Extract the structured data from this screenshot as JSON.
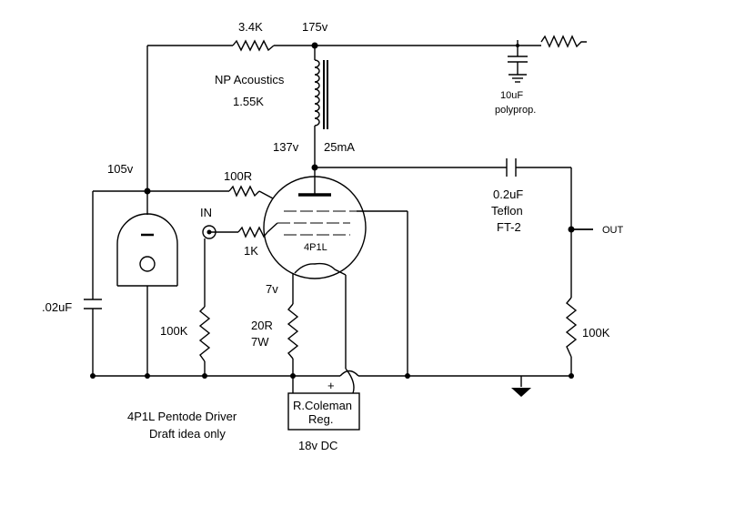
{
  "labels": {
    "r_top": "3.4K",
    "v_top": "175v",
    "choke_brand": "NP Acoustics",
    "choke_value": "1.55K",
    "v_plate": "137v",
    "i_plate": "25mA",
    "v_g2": "105v",
    "r_g2": "100R",
    "in_label": "IN",
    "r_grid": "1K",
    "tube_type": "4P1L",
    "cap_fil": ".02uF",
    "r_in": "100K",
    "v_fil": "7v",
    "r_fil": "20R",
    "r_fil_watt": "7W",
    "cap_bypass": "10uF",
    "cap_bypass_type": "polyprop.",
    "cap_out": "0.2uF",
    "cap_out_type": "Teflon",
    "cap_out_model": "FT-2",
    "out_label": "OUT",
    "r_out": "100K",
    "plus": "+",
    "reg_line1": "R.Coleman",
    "reg_line2": "Reg.",
    "reg_supply": "18v DC",
    "title1": "4P1L Pentode Driver",
    "title2": "Draft idea only",
    "vr_minus": "–"
  },
  "colors": {
    "wire": "#000000",
    "background": "#ffffff"
  }
}
